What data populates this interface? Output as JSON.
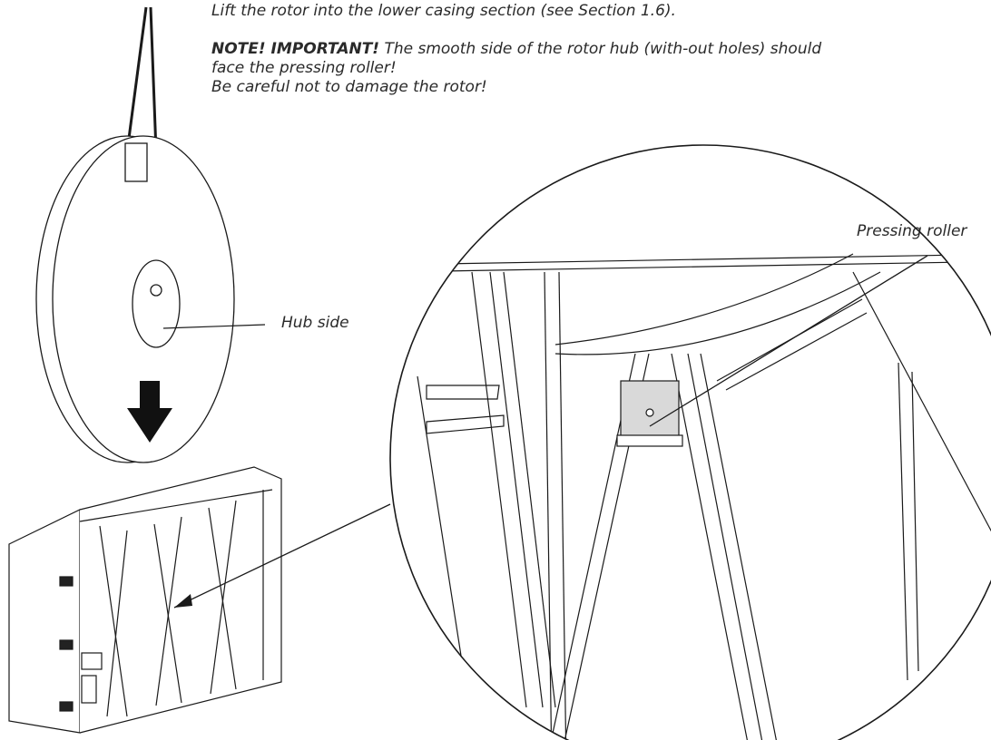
{
  "instructions": {
    "line1": "Lift the rotor into the lower casing section (see Section 1.6).",
    "note_emphasis": "NOTE! IMPORTANT!",
    "note_text": " The smooth side of the rotor hub (with-out holes) should face the pressing roller!",
    "caution": "Be careful not to damage the rotor!"
  },
  "labels": {
    "hub_side": "Hub side",
    "pressing_roller": "Pressing roller"
  },
  "colors": {
    "line": "#1a1a1a",
    "arrow": "#111111",
    "roller_fill": "#d9d9d9"
  }
}
